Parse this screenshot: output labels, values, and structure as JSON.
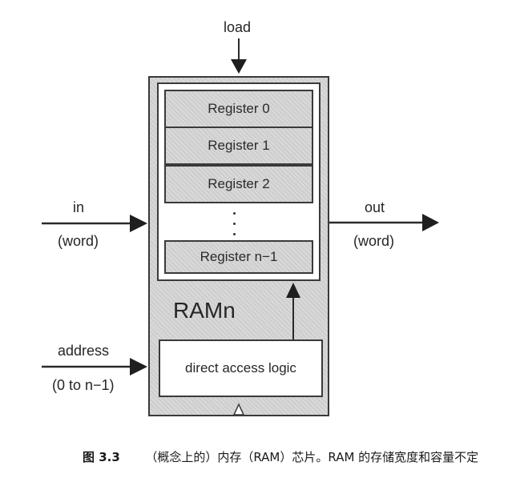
{
  "diagram": {
    "chip_name": "RAMn",
    "registers": [
      "Register 0",
      "Register 1",
      "Register 2",
      "Register n−1"
    ],
    "logic_block": "direct access logic",
    "inputs": {
      "load": "load",
      "in": {
        "name": "in",
        "type": "(word)"
      },
      "address": {
        "name": "address",
        "range": "(0 to n−1)"
      }
    },
    "outputs": {
      "out": {
        "name": "out",
        "type": "(word)"
      }
    },
    "colors": {
      "chip_fill": "#d3d3d3",
      "line": "#2a2a2a",
      "background": "#ffffff"
    }
  },
  "caption": {
    "figure_number": "图 3.3",
    "text": "（概念上的）内存（RAM）芯片。RAM 的存储宽度和容量不定"
  }
}
